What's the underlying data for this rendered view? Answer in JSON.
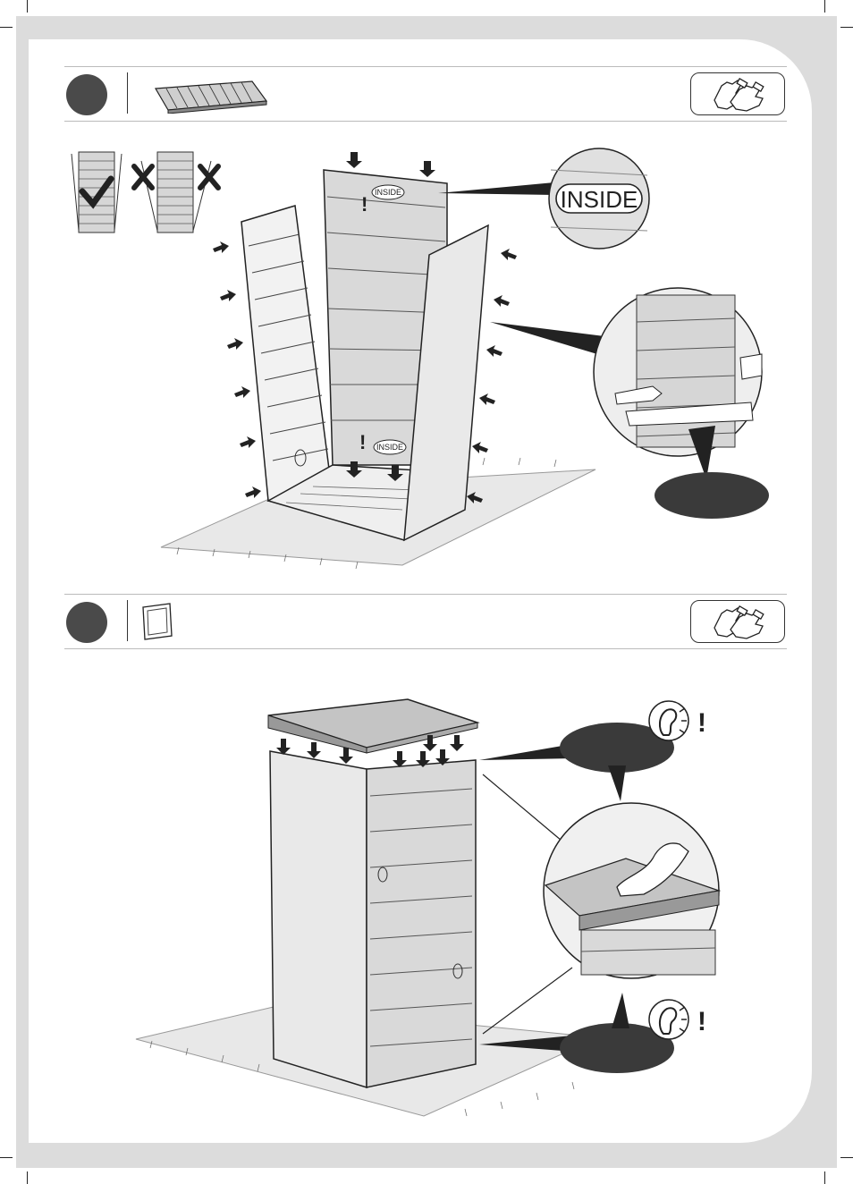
{
  "step1": {
    "inside_label": "INSIDE",
    "inside_label_top": "INSIDE",
    "inside_label_bottom": "INSIDE"
  },
  "colors": {
    "step_circle": "#4a4a4a",
    "callout_bubble": "#3a3a3a",
    "page_frame": "#dcdcdc",
    "floor": "#e6e6e6",
    "panel_fill": "#d9d9d9"
  },
  "icons": {
    "gloves": "gloves-icon",
    "ear_alert": "ear-click-icon",
    "check": "check-mark-icon",
    "cross": "cross-mark-icon"
  }
}
